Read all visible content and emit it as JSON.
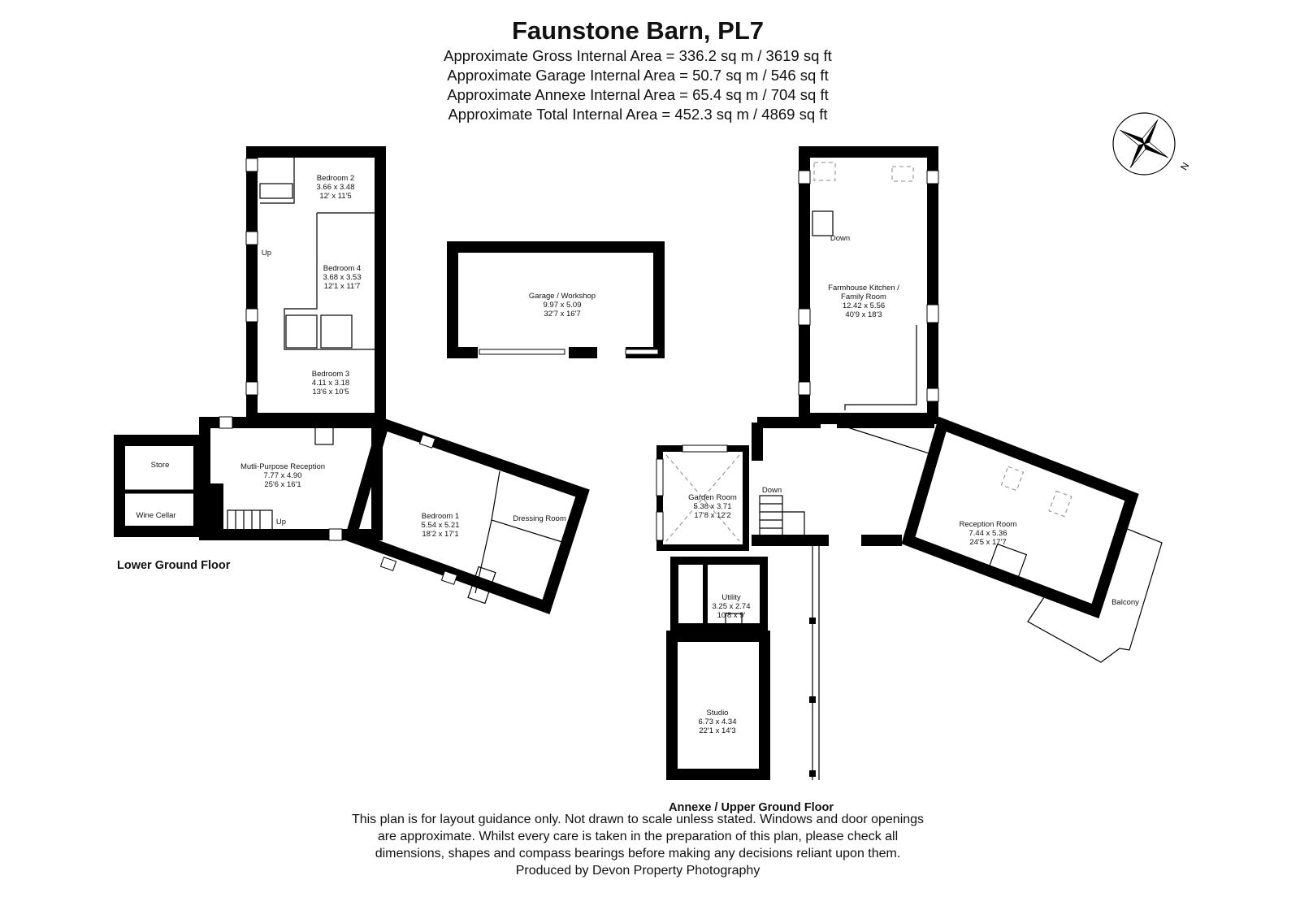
{
  "header": {
    "title": "Faunstone Barn, PL7",
    "areas": [
      "Approximate Gross Internal Area = 336.2 sq m / 3619 sq ft",
      "Approximate Garage Internal Area = 50.7 sq m / 546 sq ft",
      "Approximate Annexe Internal Area = 65.4 sq m / 704 sq ft",
      "Approximate Total Internal Area = 452.3 sq m / 4869 sq ft"
    ]
  },
  "compass": {
    "label": "N",
    "icon": "compass-rose-icon"
  },
  "floors": {
    "lower": {
      "label": "Lower Ground Floor",
      "rooms": [
        {
          "name": "Bedroom 2",
          "metric": "3.66 x 3.48",
          "imperial": "12' x 11'5"
        },
        {
          "name": "Bedroom 4",
          "metric": "3.68 x 3.53",
          "imperial": "12'1 x 11'7"
        },
        {
          "name": "Bedroom 3",
          "metric": "4.11 x 3.18",
          "imperial": "13'6 x 10'5"
        },
        {
          "name": "Mutli-Purpose Reception",
          "metric": "7.77 x 4.90",
          "imperial": "25'6 x 16'1"
        },
        {
          "name": "Bedroom 1",
          "metric": "5.54 x 5.21",
          "imperial": "18'2 x 17'1"
        },
        {
          "name": "Store"
        },
        {
          "name": "Wine Cellar"
        },
        {
          "name": "Dressing Room"
        }
      ],
      "stair_labels": [
        "Up",
        "Up"
      ]
    },
    "garage": {
      "rooms": [
        {
          "name": "Garage / Workshop",
          "metric": "9.97 x 5.09",
          "imperial": "32'7 x 16'7"
        }
      ]
    },
    "upper": {
      "label": "Annexe / Upper Ground Floor",
      "rooms": [
        {
          "name": "Farmhouse Kitchen /",
          "name2": "Family Room",
          "metric": "12.42 x 5.56",
          "imperial": "40'9 x 18'3"
        },
        {
          "name": "Garden Room",
          "metric": "5.38 x 3.71",
          "imperial": "17'8 x 12'2"
        },
        {
          "name": "Reception Room",
          "metric": "7.44 x 5.36",
          "imperial": "24'5 x 17'7"
        },
        {
          "name": "Utility",
          "metric": "3.25 x 2.74",
          "imperial": "10'8 x 9'"
        },
        {
          "name": "Studio",
          "metric": "6.73 x 4.34",
          "imperial": "22'1 x 14'3"
        },
        {
          "name": "Balcony"
        }
      ],
      "stair_labels": [
        "Down",
        "Down"
      ]
    }
  },
  "footer": [
    "This plan is for layout guidance only. Not drawn to scale unless stated. Windows and door openings",
    "are approximate. Whilst every care is taken in the preparation of this plan, please check all",
    "dimensions, shapes and compass bearings before making any decisions reliant upon them.",
    "Produced by Devon Property Photography"
  ]
}
